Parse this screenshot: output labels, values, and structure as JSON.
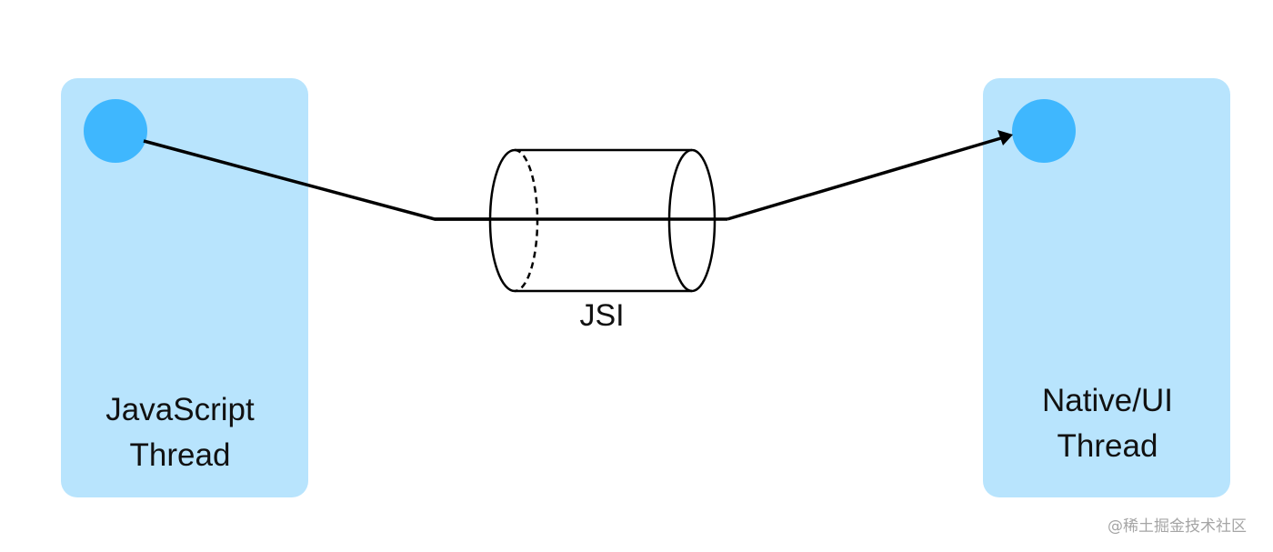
{
  "diagram": {
    "type": "architecture-flow",
    "left_panel": {
      "label_line1": "JavaScript",
      "label_line2": "Thread",
      "color": "#b8e4fd",
      "node_color": "#3fb7fe"
    },
    "right_panel": {
      "label_line1": "Native/UI",
      "label_line2": "Thread",
      "color": "#b8e4fd",
      "node_color": "#3fb7fe"
    },
    "bridge": {
      "label": "JSI",
      "shape": "cylinder"
    },
    "edges": [
      {
        "from": "JavaScript Thread",
        "via": "JSI",
        "to": "Native/UI Thread",
        "arrow": "end"
      }
    ]
  },
  "watermark": "@稀土掘金技术社区"
}
